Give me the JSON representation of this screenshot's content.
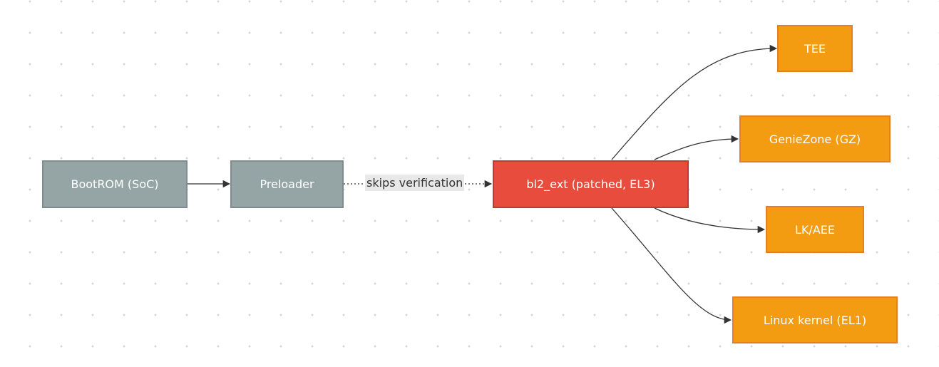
{
  "nodes": {
    "bootrom": "BootROM (SoC)",
    "preloader": "Preloader",
    "bl2_ext": "bl2_ext (patched, EL3)",
    "tee": "TEE",
    "geniezone": "GenieZone (GZ)",
    "lk_aee": "LK/AEE",
    "linux_kernel": "Linux kernel (EL1)"
  },
  "edges": {
    "preloader_to_bl2": "skips verification"
  },
  "colors": {
    "gray_fill": "#95a5a6",
    "red_fill": "#e74c3c",
    "orange_fill": "#f39c12",
    "edge": "#333333"
  }
}
